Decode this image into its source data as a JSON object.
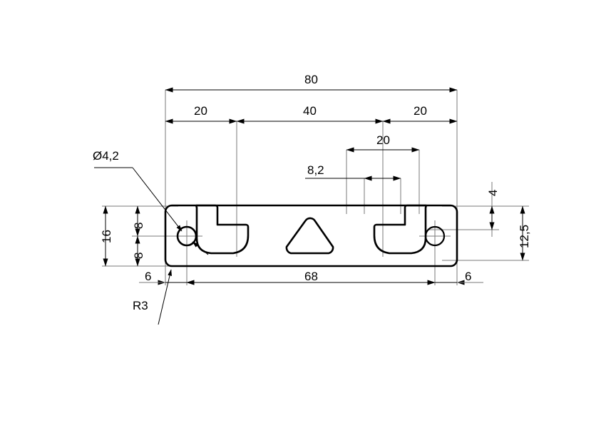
{
  "drawing": {
    "title": "T-slot profile cross-section technical drawing",
    "units": "mm",
    "decimal_separator": ",",
    "line_color": "#000000",
    "thin_line_color": "#7a7a7a",
    "background": "#ffffff"
  },
  "dimensions": {
    "overall_length": "80",
    "left_slot_offset": "20",
    "center_span": "40",
    "right_slot_offset": "20",
    "slot_pair_span": "20",
    "slot_width": "8,2",
    "hole_diameter": "Ø4,2",
    "corner_radius": "R3",
    "overall_height": "16",
    "hole_center_upper": "8",
    "hole_center_lower": "8",
    "hole_edge_left": "6",
    "hole_span": "68",
    "hole_edge_right": "6",
    "slot_lip_depth": "4",
    "slot_depth": "12,5"
  },
  "labels": [
    {
      "name": "dim-80",
      "text": "80"
    },
    {
      "name": "dim-20-left",
      "text": "20"
    },
    {
      "name": "dim-40",
      "text": "40"
    },
    {
      "name": "dim-20-right",
      "text": "20"
    },
    {
      "name": "dim-20-slot-pair",
      "text": "20"
    },
    {
      "name": "dim-8-2",
      "text": "8,2"
    },
    {
      "name": "dim-diameter-4-2",
      "text": "Ø4,2"
    },
    {
      "name": "dim-16",
      "text": "16"
    },
    {
      "name": "dim-8-upper",
      "text": "8"
    },
    {
      "name": "dim-8-lower",
      "text": "8"
    },
    {
      "name": "dim-6-left",
      "text": "6"
    },
    {
      "name": "dim-68",
      "text": "68"
    },
    {
      "name": "dim-6-right",
      "text": "6"
    },
    {
      "name": "dim-4",
      "text": "4"
    },
    {
      "name": "dim-12-5",
      "text": "12,5"
    },
    {
      "name": "dim-r3",
      "text": "R3"
    }
  ]
}
